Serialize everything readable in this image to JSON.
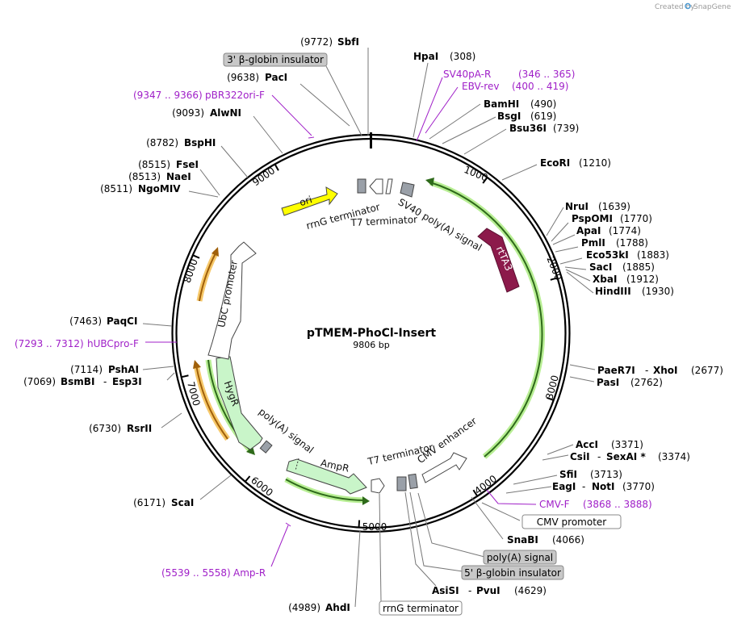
{
  "credit": {
    "prefix": "Created by",
    "brand": "SnapGene"
  },
  "plasmid": {
    "name": "pTMEM-PhoCl-Insert",
    "size": "9806 bp",
    "length": 9806
  },
  "tick_labels": [
    "1000",
    "2000",
    "3000",
    "4000",
    "5000",
    "6000",
    "7000",
    "8000",
    "9000"
  ],
  "sites": [
    {
      "name": "SbfI",
      "pos": "(9772)"
    },
    {
      "name": "HpaI",
      "pos": "(308)"
    },
    {
      "name": "PacI",
      "pos": "(9638)"
    },
    {
      "name": "AlwNI",
      "pos": "(9093)"
    },
    {
      "name": "BamHI",
      "pos": "(490)"
    },
    {
      "name": "BsgI",
      "pos": "(619)"
    },
    {
      "name": "Bsu36I",
      "pos": "(739)"
    },
    {
      "name": "EcoRI",
      "pos": "(1210)"
    },
    {
      "name": "BspHI",
      "pos": "(8782)"
    },
    {
      "name": "FseI",
      "pos": "(8515)"
    },
    {
      "name": "NaeI",
      "pos": "(8513)"
    },
    {
      "name": "NgoMIV",
      "pos": "(8511)"
    },
    {
      "name": "NruI",
      "pos": "(1639)"
    },
    {
      "name": "PspOMI",
      "pos": "(1770)"
    },
    {
      "name": "ApaI",
      "pos": "(1774)"
    },
    {
      "name": "PmlI",
      "pos": "(1788)"
    },
    {
      "name": "Eco53kI",
      "pos": "(1883)"
    },
    {
      "name": "SacI",
      "pos": "(1885)"
    },
    {
      "name": "XbaI",
      "pos": "(1912)"
    },
    {
      "name": "HindIII",
      "pos": "(1930)"
    },
    {
      "name": "PaqCI",
      "pos": "(7463)"
    },
    {
      "name": "PshAI",
      "pos": "(7114)"
    },
    {
      "name": "BsmBI",
      "pos": "(7069)",
      "alt": "Esp3I"
    },
    {
      "name": "PaeR7I",
      "pos": "(2677)",
      "alt": "XhoI"
    },
    {
      "name": "PasI",
      "pos": "(2762)"
    },
    {
      "name": "RsrII",
      "pos": "(6730)"
    },
    {
      "name": "AccI",
      "pos": "(3371)"
    },
    {
      "name": "CsiI",
      "pos": "(3374)",
      "alt": "SexAI *"
    },
    {
      "name": "SfiI",
      "pos": "(3713)"
    },
    {
      "name": "EagI",
      "pos": "(3770)",
      "alt": "NotI"
    },
    {
      "name": "ScaI",
      "pos": "(6171)"
    },
    {
      "name": "SnaBI",
      "pos": "(4066)"
    },
    {
      "name": "AsiSI",
      "pos": "(4629)",
      "alt": "PvuI"
    },
    {
      "name": "AhdI",
      "pos": "(4989)"
    }
  ],
  "primers": [
    {
      "name": "SV40pA-R",
      "range": "(346 .. 365)"
    },
    {
      "name": "EBV-rev",
      "range": "(400 .. 419)"
    },
    {
      "name": "pBR322ori-F",
      "range": "(9347 .. 9366)"
    },
    {
      "name": "hUBCpro-F",
      "range": "(7293 .. 7312)"
    },
    {
      "name": "CMV-F",
      "range": "(3868 .. 3888)"
    },
    {
      "name": "Amp-R",
      "range": "(5539 .. 5558)"
    }
  ],
  "boxed_labels": [
    {
      "text": "3' β-globin insulator",
      "fill": "#c8c8c8"
    },
    {
      "text": "CMV promoter",
      "fill": "#ffffff"
    },
    {
      "text": "poly(A) signal",
      "fill": "#c8c8c8"
    },
    {
      "text": "5' β-globin insulator",
      "fill": "#c8c8c8"
    },
    {
      "text": "rrnG terminator",
      "fill": "#ffffff"
    }
  ],
  "features": {
    "ori": "ori",
    "rtta3": "rtTA3",
    "hygr": "HygR",
    "rrng_terminator": "rrnG terminator",
    "t7_terminator_top": "T7 terminator",
    "sv40_polya": "SV40 poly(A) signal",
    "ubc_promoter": "UbC promoter",
    "polya_signal": "poly(A) signal",
    "ampr": "AmpR",
    "t7_terminator_bottom": "T7 terminator",
    "cmv_enhancer": "CMV enhancer"
  },
  "colors": {
    "ori": "#ffff00",
    "rtta3": "#8c1a4b",
    "hygr": "#c9f5c9",
    "ampr": "#c9f5c9",
    "gene_highlight": "#9fe36b",
    "orf_green": "#2e6a1a",
    "orf_orange": "#f0a020",
    "primer": "#a020c8",
    "terminator_grey": "#9aa0a8"
  }
}
